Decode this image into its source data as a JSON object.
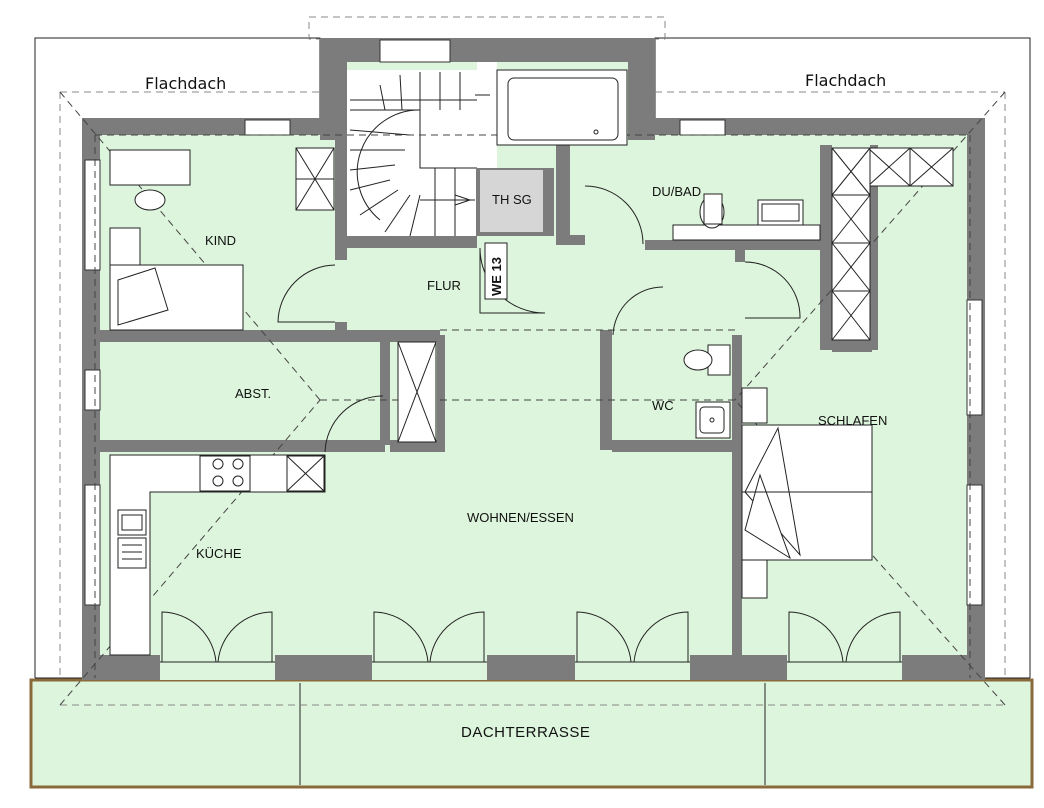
{
  "rooms": {
    "kind": "KIND",
    "flur": "FLUR",
    "th_sg": "TH SG",
    "du_bad": "DU/BAD",
    "abst": "ABST.",
    "wc": "WC",
    "schlafen": "SCHLAFEN",
    "kueche": "KÜCHE",
    "wohnen_essen": "WOHNEN/ESSEN",
    "dachterrasse": "DACHTERRASSE"
  },
  "roof": {
    "left": "Flachdach",
    "right": "Flachdach"
  },
  "unit_badge": "WE 13",
  "colors": {
    "wall": "#7c7c7c",
    "floor": "#ddf5dc",
    "terrace_border": "#8a6a3a"
  }
}
